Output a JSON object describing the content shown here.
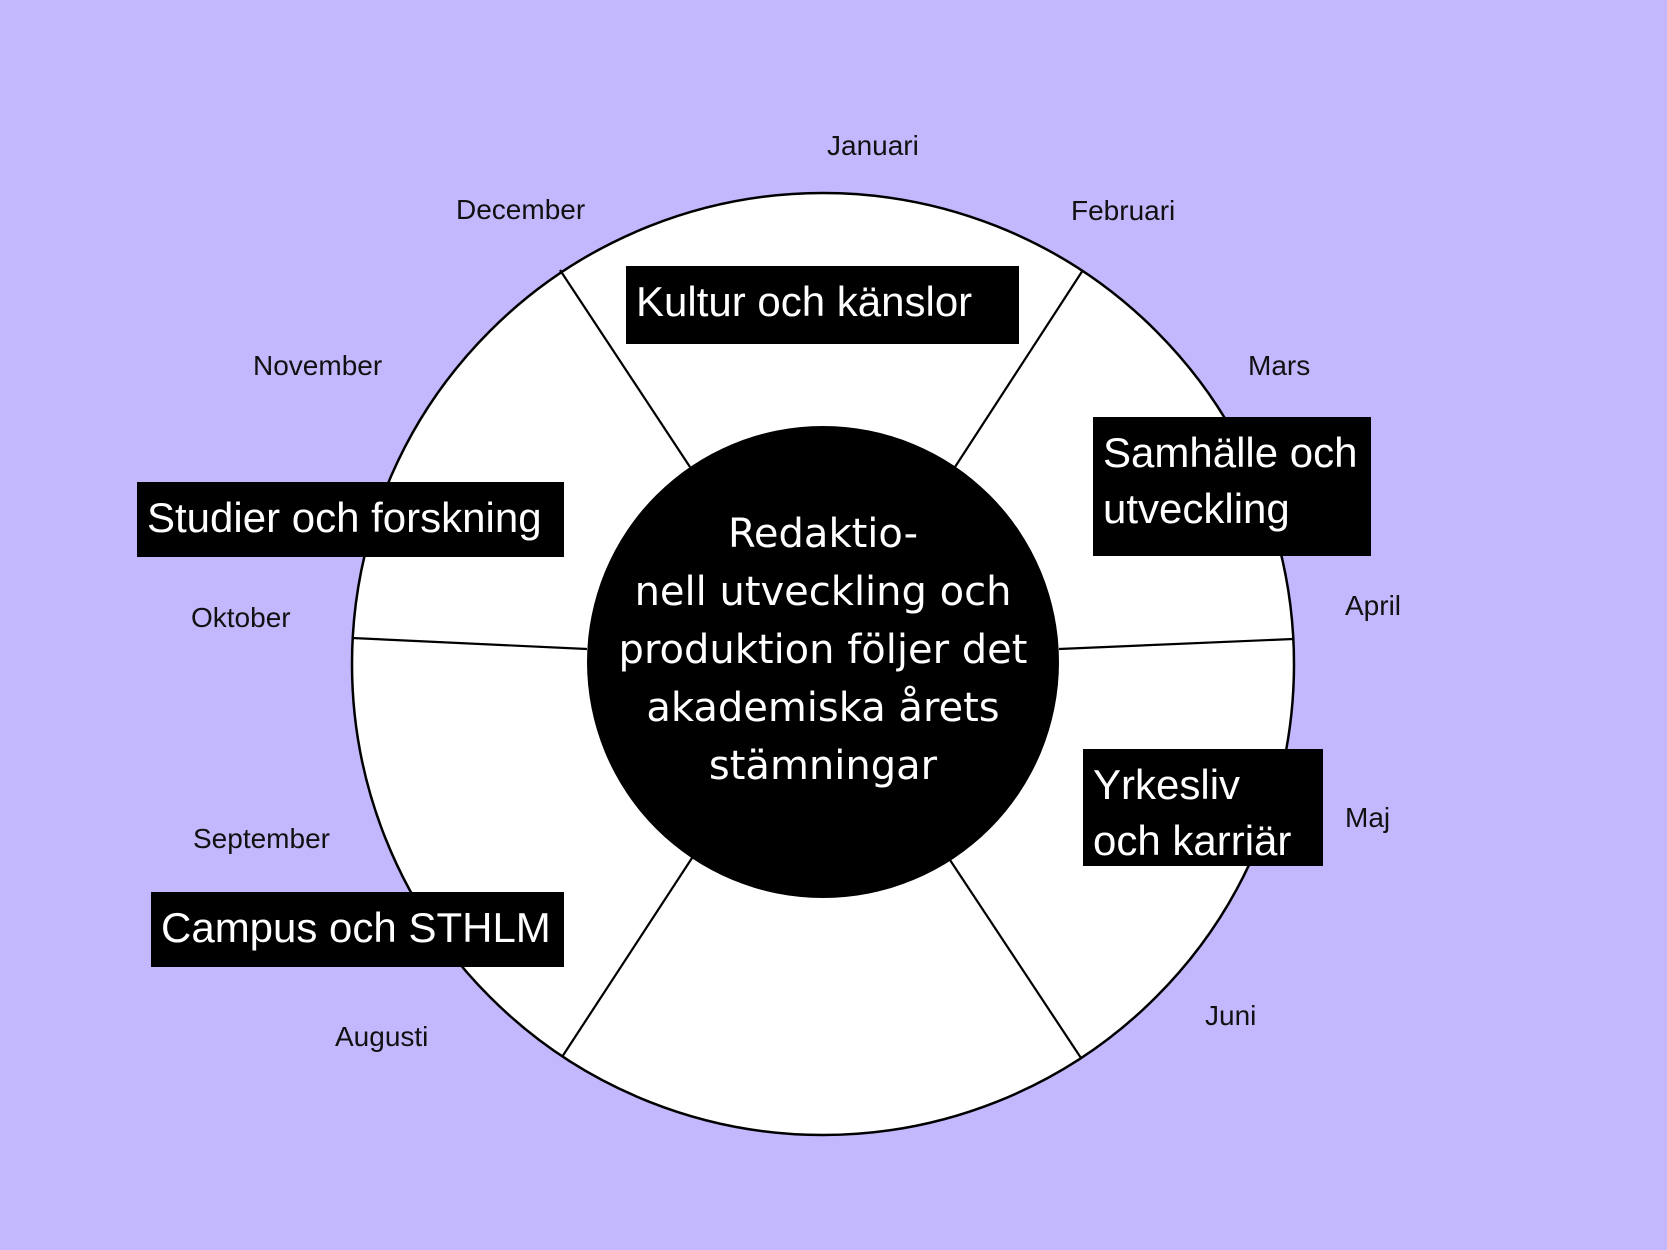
{
  "colors": {
    "background": "#c3b8fe",
    "wheel": "#ffffff",
    "hub": "#000000",
    "label_bg": "#000000",
    "label_text": "#ffffff"
  },
  "center": {
    "lines": [
      "Redaktio-",
      "nell utveckling och",
      "produktion följer det",
      "akademiska årets",
      "stämningar"
    ]
  },
  "categories": [
    {
      "id": "kultur",
      "label": "Kultur och känslor"
    },
    {
      "id": "samhalle",
      "label": "Samhälle och utveckling"
    },
    {
      "id": "yrkesliv",
      "label": "Yrkesliv och karriär"
    },
    {
      "id": "studier",
      "label": "Studier och forskning"
    },
    {
      "id": "campus",
      "label": "Campus och STHLM"
    }
  ],
  "months": [
    "Januari",
    "Februari",
    "Mars",
    "April",
    "Maj",
    "Juni",
    "Augusti",
    "September",
    "Oktober",
    "November",
    "December"
  ]
}
